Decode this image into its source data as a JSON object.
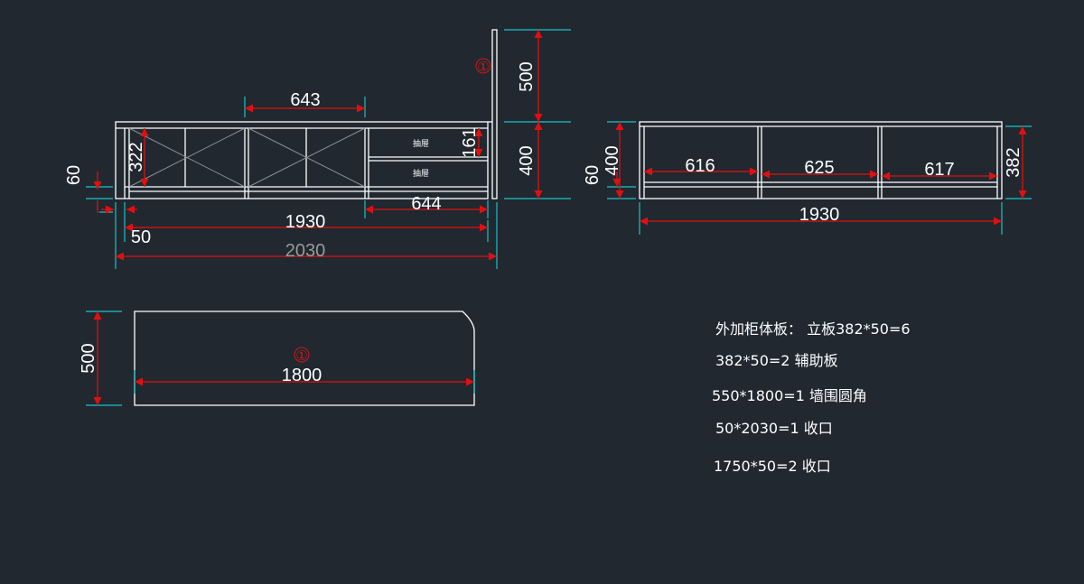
{
  "front_view": {
    "dims": {
      "d643": "643",
      "d322": "322",
      "d161": "161",
      "d500": "500",
      "d400": "400",
      "d60": "60",
      "d644": "644",
      "d1930": "1930",
      "d50": "50",
      "d2030": "2030"
    },
    "drawer_labels": [
      "抽屉",
      "抽屉"
    ],
    "part_mark": "①"
  },
  "side_view": {
    "dims": {
      "d60": "60",
      "d400": "400",
      "d616": "616",
      "d625": "625",
      "d617": "617",
      "d382": "382",
      "d1930": "1930"
    }
  },
  "panel_view": {
    "dims": {
      "d500": "500",
      "d1800": "1800"
    },
    "part_mark": "①"
  },
  "notes": [
    "外加柜体板：  立板382*50=6",
    "382*50=2  辅助板",
    "550*1800=1  墙围圆角",
    "50*2030=1  收口",
    "1750*50=2  收口"
  ],
  "colors": {
    "background": "#212830",
    "outline": "#ffffff",
    "dimension": "#e01010",
    "extension": "#19c3c8",
    "hatch": "#8a8f96",
    "gray_text": "#9a9a9a"
  }
}
